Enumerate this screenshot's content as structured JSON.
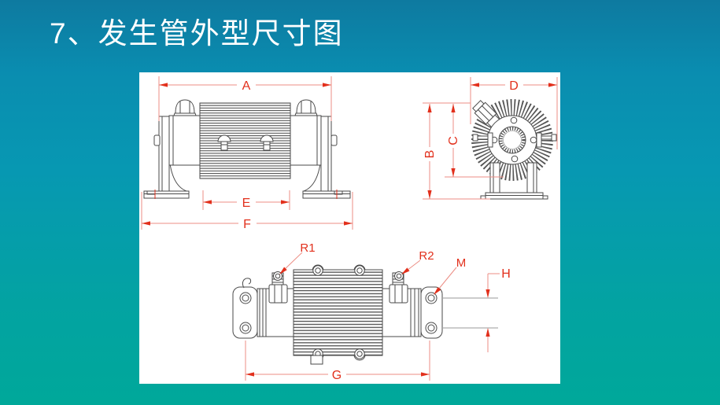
{
  "title": "7、发生管外型尺寸图",
  "colors": {
    "background_top": "#0e7aa0",
    "background_bottom": "#00a89a",
    "panel": "#ffffff",
    "dimension_red": "#e2301c",
    "drawing_line": "#4a4a4a",
    "title_text": "#ffffff"
  },
  "dimensions": {
    "A": "A",
    "B": "B",
    "C": "C",
    "D": "D",
    "E": "E",
    "F": "F",
    "G": "G",
    "H": "H",
    "M": "M",
    "R1": "R1",
    "R2": "R2"
  }
}
